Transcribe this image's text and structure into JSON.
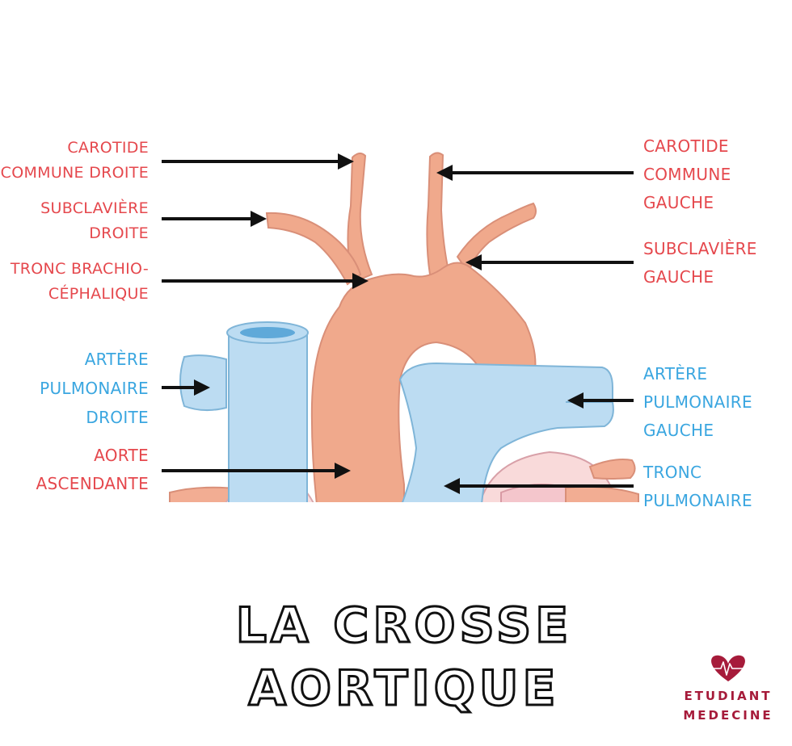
{
  "labels": {
    "carotide_droite": [
      "CAROTIDE",
      "COMMUNE DROITE"
    ],
    "subclaviere_droite": [
      "SUBCLAVIÈRE",
      "DROITE"
    ],
    "tronc_brachio": [
      "TRONC BRACHIO-",
      "CÉPHALIQUE"
    ],
    "artere_pulm_droite": [
      "ARTÈRE",
      "PULMONAIRE",
      "DROITE"
    ],
    "aorte_ascendante": [
      "AORTE",
      "ASCENDANTE"
    ],
    "carotide_gauche": [
      "CAROTIDE",
      "COMMUNE",
      "GAUCHE"
    ],
    "subclaviere_gauche": [
      "SUBCLAVIÈRE",
      "GAUCHE"
    ],
    "artere_pulm_gauche": [
      "ARTÈRE",
      "PULMONAIRE",
      "GAUCHE"
    ],
    "tronc_pulmonaire": [
      "TRONC",
      "PULMONAIRE"
    ]
  },
  "title": [
    "LA CROSSE",
    "AORTIQUE"
  ],
  "brand": {
    "line1": "ETUDIANT",
    "line2": "MEDECINE",
    "icon": "heart-pulse-icon"
  },
  "colors": {
    "label_red": "#e5484d",
    "label_blue": "#3aa6e0",
    "aorta": "#f0a98c",
    "pulmonary": "#bcdcf2",
    "brand": "#a61b3a"
  }
}
